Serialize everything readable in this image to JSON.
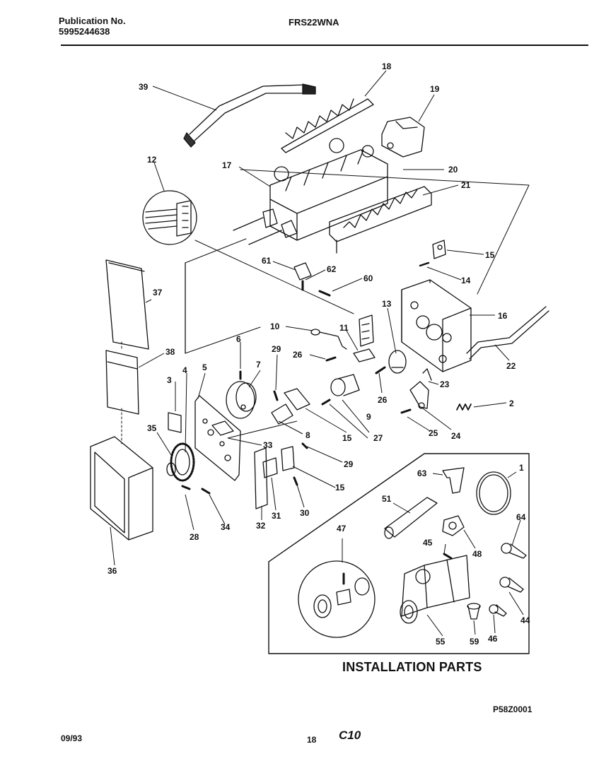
{
  "header": {
    "publication_label": "Publication No.",
    "publication_number": "5995244638",
    "model": "FRS22WNA"
  },
  "parts": [
    {
      "id": "p1",
      "label": "1"
    },
    {
      "id": "p2",
      "label": "2"
    },
    {
      "id": "p3",
      "label": "3"
    },
    {
      "id": "p4",
      "label": "4"
    },
    {
      "id": "p5",
      "label": "5"
    },
    {
      "id": "p6",
      "label": "6"
    },
    {
      "id": "p7",
      "label": "7"
    },
    {
      "id": "p8",
      "label": "8"
    },
    {
      "id": "p9",
      "label": "9"
    },
    {
      "id": "p10",
      "label": "10"
    },
    {
      "id": "p11",
      "label": "11"
    },
    {
      "id": "p12",
      "label": "12"
    },
    {
      "id": "p13",
      "label": "13"
    },
    {
      "id": "p14",
      "label": "14"
    },
    {
      "id": "p15a",
      "label": "15"
    },
    {
      "id": "p15b",
      "label": "15"
    },
    {
      "id": "p15c",
      "label": "15"
    },
    {
      "id": "p16",
      "label": "16"
    },
    {
      "id": "p17",
      "label": "17"
    },
    {
      "id": "p18",
      "label": "18"
    },
    {
      "id": "p19",
      "label": "19"
    },
    {
      "id": "p20",
      "label": "20"
    },
    {
      "id": "p21",
      "label": "21"
    },
    {
      "id": "p22",
      "label": "22"
    },
    {
      "id": "p23",
      "label": "23"
    },
    {
      "id": "p24",
      "label": "24"
    },
    {
      "id": "p25",
      "label": "25"
    },
    {
      "id": "p26a",
      "label": "26"
    },
    {
      "id": "p26b",
      "label": "26"
    },
    {
      "id": "p27",
      "label": "27"
    },
    {
      "id": "p28",
      "label": "28"
    },
    {
      "id": "p29a",
      "label": "29"
    },
    {
      "id": "p29b",
      "label": "29"
    },
    {
      "id": "p30",
      "label": "30"
    },
    {
      "id": "p31",
      "label": "31"
    },
    {
      "id": "p32",
      "label": "32"
    },
    {
      "id": "p33",
      "label": "33"
    },
    {
      "id": "p34",
      "label": "34"
    },
    {
      "id": "p35",
      "label": "35"
    },
    {
      "id": "p36",
      "label": "36"
    },
    {
      "id": "p37",
      "label": "37"
    },
    {
      "id": "p38",
      "label": "38"
    },
    {
      "id": "p39",
      "label": "39"
    },
    {
      "id": "p44",
      "label": "44"
    },
    {
      "id": "p45",
      "label": "45"
    },
    {
      "id": "p46",
      "label": "46"
    },
    {
      "id": "p47",
      "label": "47"
    },
    {
      "id": "p48",
      "label": "48"
    },
    {
      "id": "p51",
      "label": "51"
    },
    {
      "id": "p55",
      "label": "55"
    },
    {
      "id": "p59",
      "label": "59"
    },
    {
      "id": "p60",
      "label": "60"
    },
    {
      "id": "p61",
      "label": "61"
    },
    {
      "id": "p62",
      "label": "62"
    },
    {
      "id": "p63",
      "label": "63"
    },
    {
      "id": "p64",
      "label": "64"
    }
  ],
  "installation_caption": "INSTALLATION PARTS",
  "diagram_id": "P58Z0001",
  "footer": {
    "date": "09/93",
    "page": "18",
    "code": "C10"
  }
}
